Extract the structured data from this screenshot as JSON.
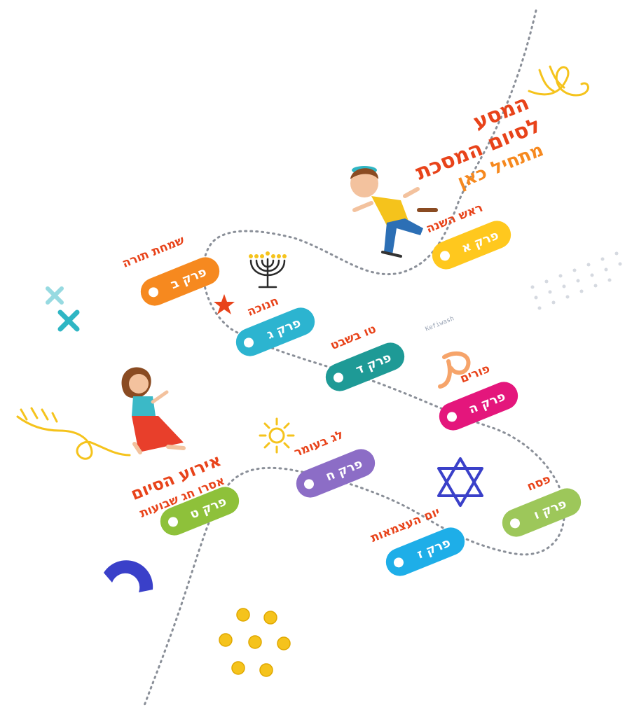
{
  "title": {
    "line1": "המסע",
    "line2": "לסיום המסכת",
    "line3": "מתחיל כאן"
  },
  "final_event": {
    "title": "אירוע הסיום",
    "subtitle": "אסרו חג שבועות"
  },
  "watermark": "Kefiwash",
  "stations": [
    {
      "chapter": "פרק א",
      "holiday": "ראש השנה",
      "color": "#ffc81e"
    },
    {
      "chapter": "פרק ב",
      "holiday": "שמחת תורה",
      "color": "#f6891f"
    },
    {
      "chapter": "פרק ג",
      "holiday": "חנוכה",
      "color": "#2cb4d0"
    },
    {
      "chapter": "פרק ד",
      "holiday": "טו בשבט",
      "color": "#1e9a96"
    },
    {
      "chapter": "פרק ה",
      "holiday": "פורים",
      "color": "#e4167c"
    },
    {
      "chapter": "פרק ו",
      "holiday": "פסח",
      "color": "#9dc75a"
    },
    {
      "chapter": "פרק ז",
      "holiday": "יום העצמאות",
      "color": "#1eaee8"
    },
    {
      "chapter": "פרק ח",
      "holiday": "לג בעומר",
      "color": "#8c6dc6"
    },
    {
      "chapter": "פרק ט",
      "holiday": "",
      "color": "#8ec13a"
    }
  ],
  "colors": {
    "title_red": "#e8431a",
    "title_orange": "#f6891f",
    "path": "#8a8f98",
    "star_blue": "#3a40c9",
    "squiggle_yellow": "#f5c31c",
    "cross_teal": "#2fb6c4"
  },
  "icons": [
    "menorah-icon",
    "star-of-david-icon",
    "sun-icon",
    "grogger-icon",
    "star-icon",
    "cross-icon",
    "half-ring-icon",
    "coin-icon"
  ]
}
